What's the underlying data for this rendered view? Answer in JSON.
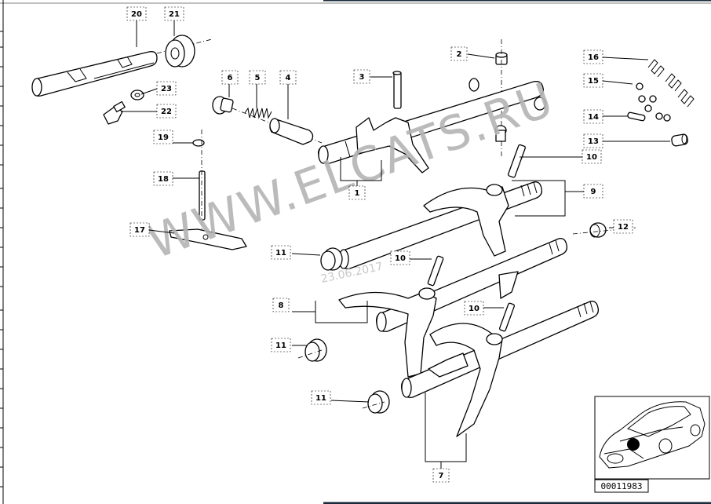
{
  "callouts": [
    {
      "id": "20",
      "label": "20"
    },
    {
      "id": "21",
      "label": "21"
    },
    {
      "id": "23",
      "label": "23"
    },
    {
      "id": "22",
      "label": "22"
    },
    {
      "id": "6",
      "label": "6"
    },
    {
      "id": "5",
      "label": "5"
    },
    {
      "id": "4",
      "label": "4"
    },
    {
      "id": "3",
      "label": "3"
    },
    {
      "id": "2",
      "label": "2"
    },
    {
      "id": "16",
      "label": "16"
    },
    {
      "id": "15",
      "label": "15"
    },
    {
      "id": "14",
      "label": "14"
    },
    {
      "id": "13",
      "label": "13"
    },
    {
      "id": "10a",
      "label": "10"
    },
    {
      "id": "9",
      "label": "9"
    },
    {
      "id": "19",
      "label": "19"
    },
    {
      "id": "18",
      "label": "18"
    },
    {
      "id": "1",
      "label": "1"
    },
    {
      "id": "17",
      "label": "17"
    },
    {
      "id": "12",
      "label": "12"
    },
    {
      "id": "11a",
      "label": "11"
    },
    {
      "id": "10b",
      "label": "10"
    },
    {
      "id": "8",
      "label": "8"
    },
    {
      "id": "10c",
      "label": "10"
    },
    {
      "id": "11b",
      "label": "11"
    },
    {
      "id": "11c",
      "label": "11"
    },
    {
      "id": "7",
      "label": "7"
    }
  ],
  "watermark": "WWW.ELCATS.RU",
  "date_stamp": "23.06.2017",
  "reference_number": "00011983"
}
